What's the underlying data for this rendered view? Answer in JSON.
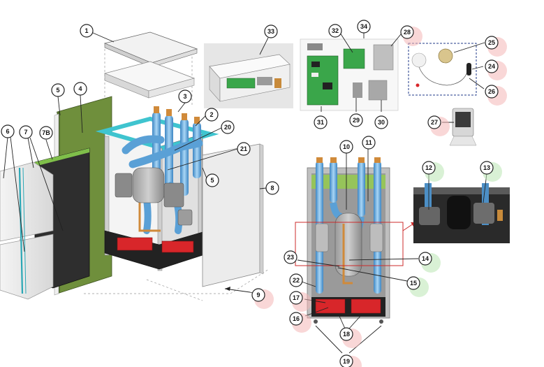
{
  "colors": {
    "pipe_blue": "#6fb3e3",
    "pipe_blue_dark": "#3d86c4",
    "copper": "#d08a3a",
    "frame_teal": "#3fc4cf",
    "panel_green": "#6f8f3c",
    "panel_dark": "#2e2e2e",
    "panel_light": "#e9e9e9",
    "board_green": "#3aa64a",
    "tank_red": "#d8262a",
    "halo_red": "#f4b6b6",
    "halo_green": "#b9e6b3",
    "outline_red": "#cc2b2b",
    "outline_blue": "#1f3a8a"
  },
  "callouts": [
    {
      "id": "c1",
      "label": "1",
      "halo": "none"
    },
    {
      "id": "c2",
      "label": "2",
      "halo": "none"
    },
    {
      "id": "c3",
      "label": "3",
      "halo": "none"
    },
    {
      "id": "c4",
      "label": "4",
      "halo": "none"
    },
    {
      "id": "c5a",
      "label": "5",
      "halo": "none"
    },
    {
      "id": "c5b",
      "label": "5",
      "halo": "none"
    },
    {
      "id": "c6",
      "label": "6",
      "halo": "none"
    },
    {
      "id": "c7",
      "label": "7",
      "halo": "none"
    },
    {
      "id": "c7b",
      "label": "7B",
      "halo": "none"
    },
    {
      "id": "c8",
      "label": "8",
      "halo": "none"
    },
    {
      "id": "c9",
      "label": "9",
      "halo": "red"
    },
    {
      "id": "c10",
      "label": "10",
      "halo": "none"
    },
    {
      "id": "c11",
      "label": "11",
      "halo": "none"
    },
    {
      "id": "c12",
      "label": "12",
      "halo": "green"
    },
    {
      "id": "c13",
      "label": "13",
      "halo": "green"
    },
    {
      "id": "c14",
      "label": "14",
      "halo": "green"
    },
    {
      "id": "c15",
      "label": "15",
      "halo": "green"
    },
    {
      "id": "c16",
      "label": "16",
      "halo": "red"
    },
    {
      "id": "c17",
      "label": "17",
      "halo": "red"
    },
    {
      "id": "c18",
      "label": "18",
      "halo": "red"
    },
    {
      "id": "c19",
      "label": "19",
      "halo": "red"
    },
    {
      "id": "c20",
      "label": "20",
      "halo": "none"
    },
    {
      "id": "c21",
      "label": "21",
      "halo": "none"
    },
    {
      "id": "c22",
      "label": "22",
      "halo": "none"
    },
    {
      "id": "c23",
      "label": "23",
      "halo": "none"
    },
    {
      "id": "c24",
      "label": "24",
      "halo": "red"
    },
    {
      "id": "c25",
      "label": "25",
      "halo": "red"
    },
    {
      "id": "c26",
      "label": "26",
      "halo": "red"
    },
    {
      "id": "c27",
      "label": "27",
      "halo": "red"
    },
    {
      "id": "c28",
      "label": "28",
      "halo": "red"
    },
    {
      "id": "c29",
      "label": "29",
      "halo": "none"
    },
    {
      "id": "c30",
      "label": "30",
      "halo": "none"
    },
    {
      "id": "c31",
      "label": "31",
      "halo": "none"
    },
    {
      "id": "c32",
      "label": "32",
      "halo": "none"
    },
    {
      "id": "c33",
      "label": "33",
      "halo": "none"
    },
    {
      "id": "c34",
      "label": "34",
      "halo": "none"
    }
  ]
}
